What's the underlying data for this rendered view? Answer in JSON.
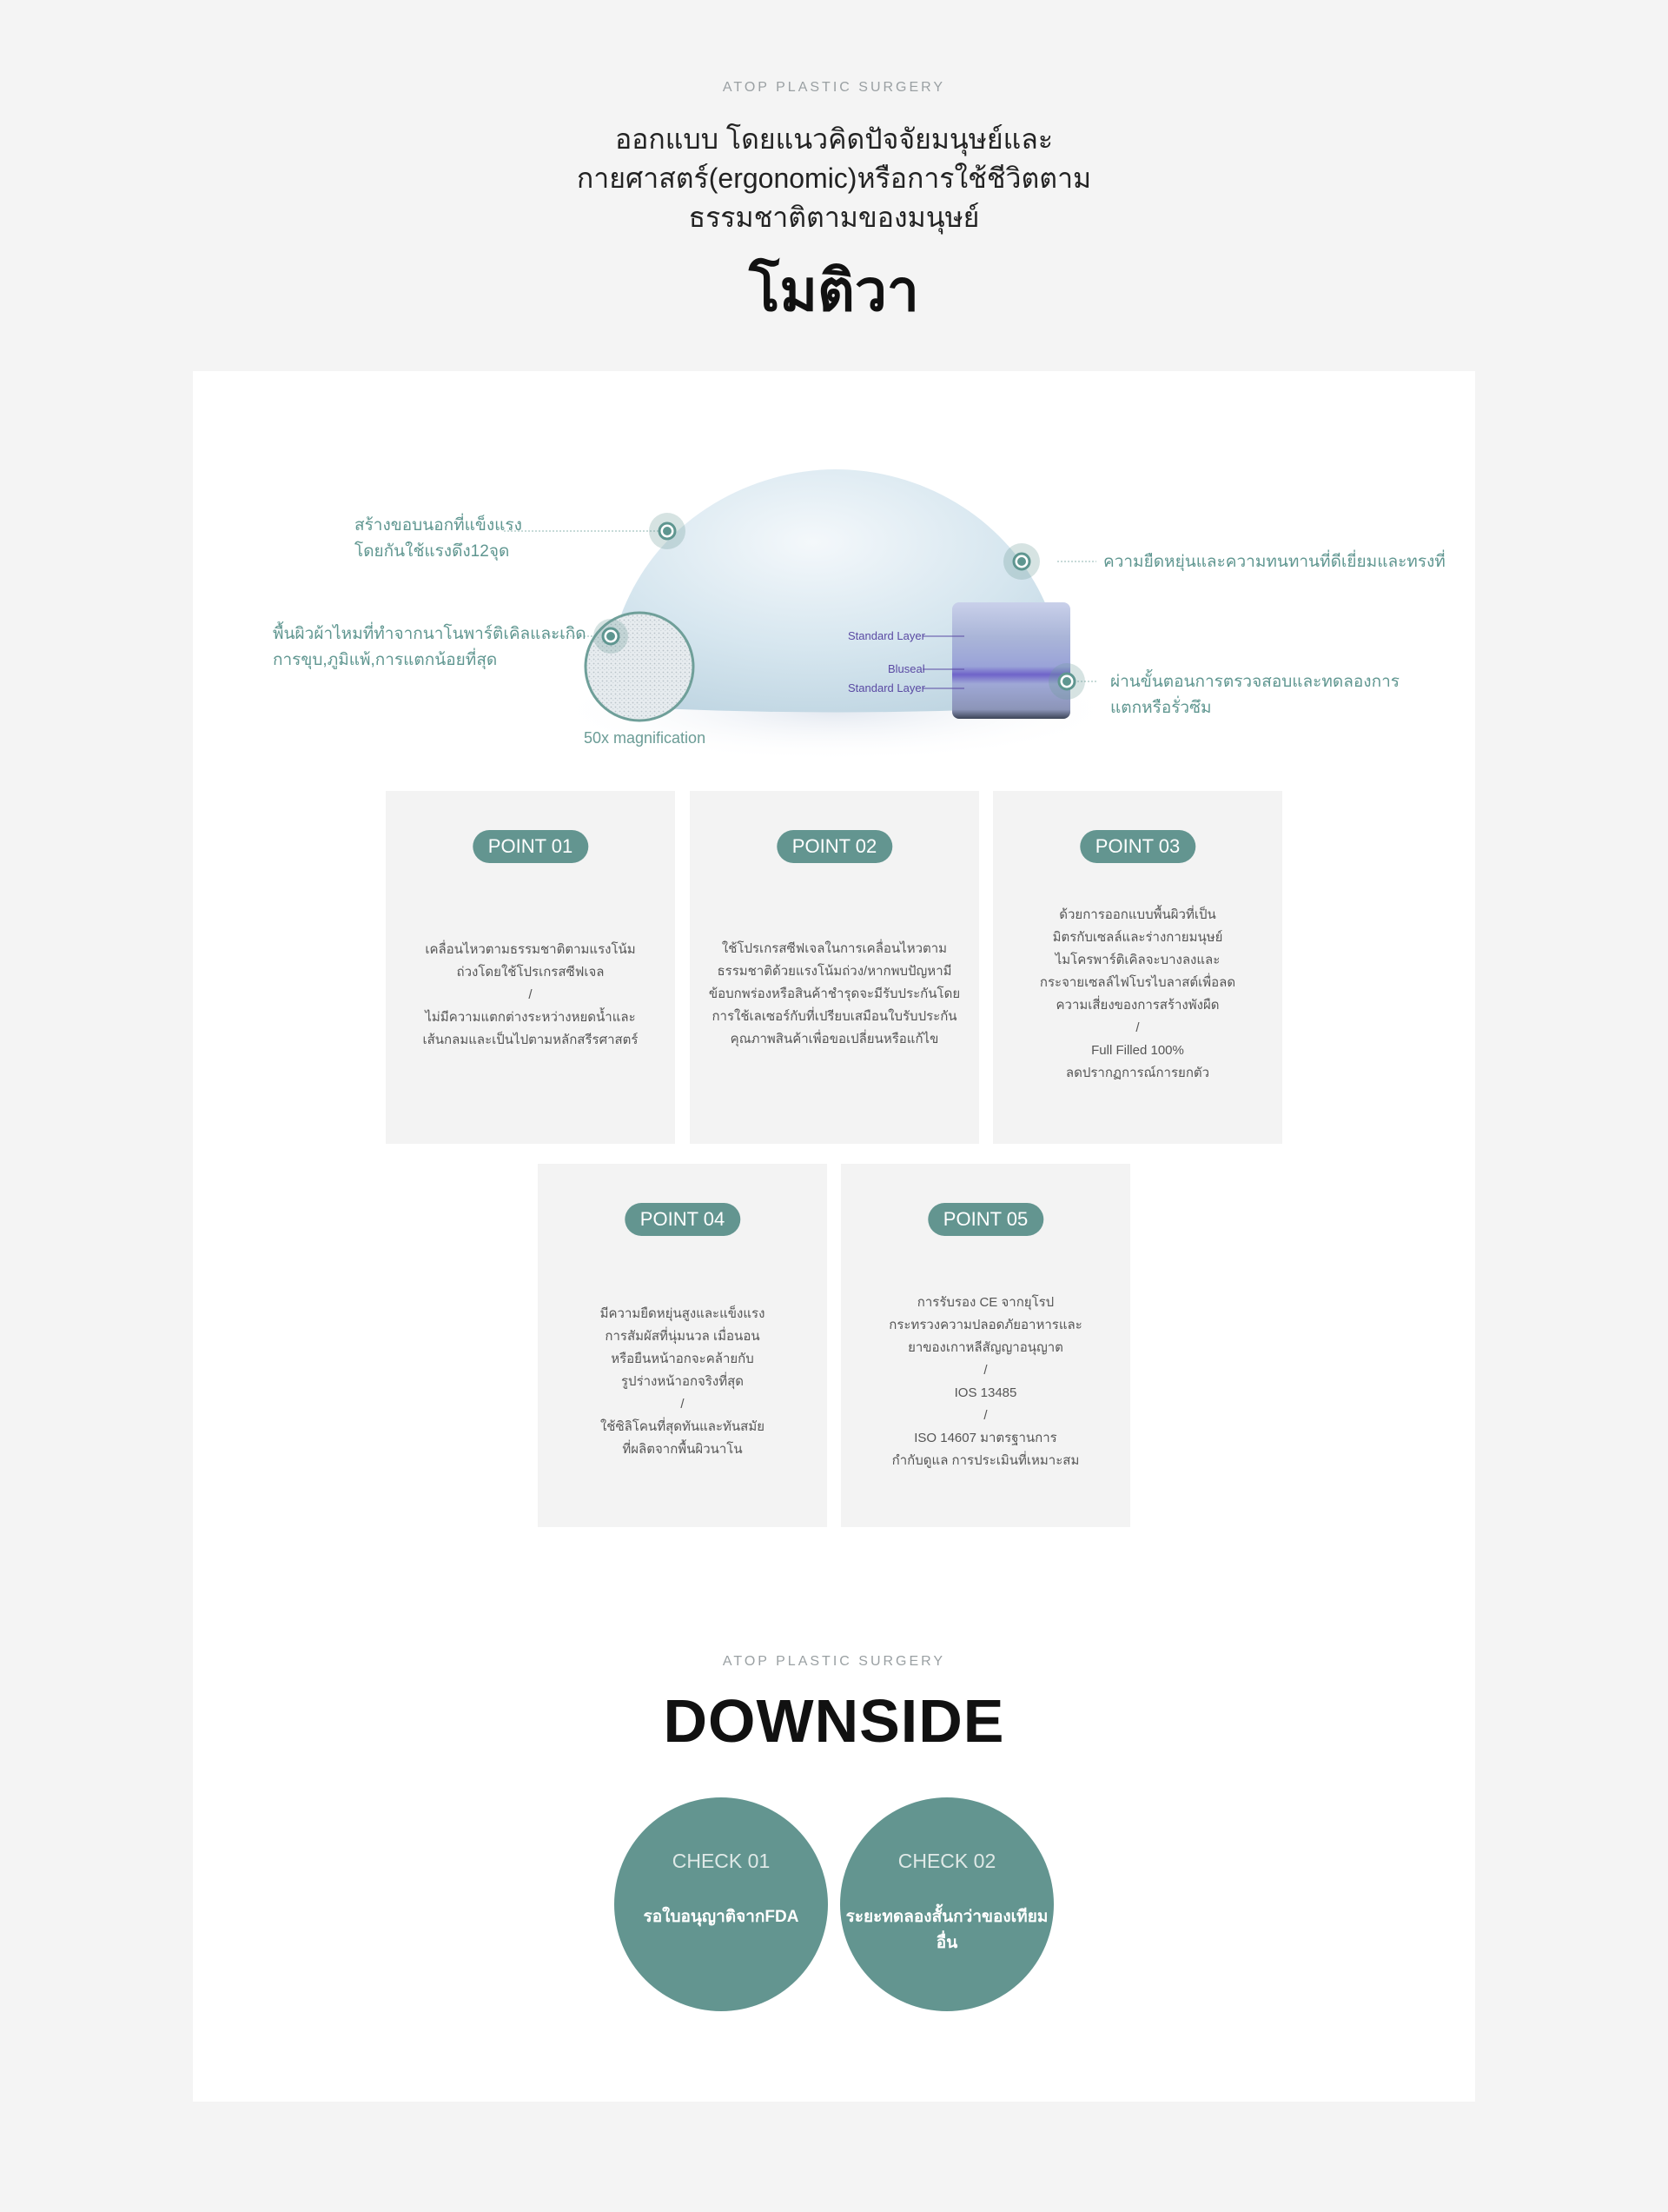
{
  "header": {
    "eyebrow": "ATOP PLASTIC SURGERY",
    "description_lines": [
      "ออกแบบ โดยแนวคิดปัจจัยมนุษย์และ",
      "กายศาสตร์(ergonomic)หรือการใช้ชีวิตตาม",
      "ธรรมชาติตามของมนุษย์"
    ],
    "title": "โมติวา"
  },
  "diagram": {
    "annotations": {
      "top_left": [
        "สร้างขอบนอกที่แข็งแรง",
        "โดยกันใช้แรงดึง12จุด"
      ],
      "mid_left": [
        "พื้นผิวผ้าไหมที่ทำจากนาโนพาร์ติเคิลและเกิด",
        "การขุบ,ภูมิแพ้,การแตกน้อยที่สุด"
      ],
      "top_right": [
        "ความยืดหยุ่นและความทนทานที่ดีเยี่ยมและทรงที่"
      ],
      "bottom_right": [
        "ผ่านขั้นตอนการตรวจสอบและทดลองการ",
        "แตกหรือรั่วซึม"
      ]
    },
    "layers": {
      "standard_top": "Standard Layer",
      "bluseal": "Bluseal",
      "standard_bottom": "Standard Layer"
    },
    "magnification": "50x magnification"
  },
  "points": [
    {
      "label": "POINT 01",
      "lines": [
        "เคลื่อนไหวตามธรรมชาติตามแรงโน้ม",
        "ถ่วงโดยใช้โปรเกรสซีฟเจล",
        "/",
        "ไม่มีความแตกต่างระหว่างหยดน้ำและ",
        "เส้นกลมและเป็นไปตามหลักสรีรศาสตร์"
      ]
    },
    {
      "label": "POINT 02",
      "lines": [
        "ใช้โปรเกรสซีฟเจลในการเคลื่อนไหวตาม",
        "ธรรมชาติด้วยแรงโน้มถ่วง/หากพบปัญหามี",
        "ข้อบกพร่องหรือสินค้าชำรุดจะมีรับประกันโดย",
        "การใช้เลเซอร์กับที่เปรียบเสมือนใบรับประกัน",
        "คุณภาพสินค้าเพื่อขอเปลี่ยนหรือแก้ไข"
      ]
    },
    {
      "label": "POINT 03",
      "lines": [
        "ด้วยการออกแบบพื้นผิวที่เป็น",
        "มิตรกับเซลล์และร่างกายมนุษย์",
        "ไมโครพาร์ติเคิลจะบางลงและ",
        "กระจายเซลล์ไฟโบรไบลาสต์เพื่อลด",
        "ความเสี่ยงของการสร้างพังผืด",
        "/",
        "Full Filled 100%",
        "ลดปรากฏการณ์การยกตัว"
      ]
    },
    {
      "label": "POINT 04",
      "lines": [
        "มีความยืดหยุ่นสูงและแข็งแรง",
        "การสัมผัสที่นุ่มนวล เมื่อนอน",
        "หรือยืนหน้าอกจะคล้ายกับ",
        "รูปร่างหน้าอกจริงที่สุด",
        "/",
        "ใช้ซิลิโคนที่สุดทันและทันสมัย",
        "ที่ผลิตจากพื้นผิวนาโน"
      ]
    },
    {
      "label": "POINT 05",
      "lines": [
        "การรับรอง CE จากยุโรป",
        "กระทรวงความปลอดภัยอาหารและ",
        "ยาของเกาหลีสัญญาอนุญาต",
        "/",
        "IOS 13485",
        "/",
        "ISO 14607 มาตรฐานการ",
        "กำกับดูแล การประเมินที่เหมาะสม"
      ]
    }
  ],
  "downside": {
    "eyebrow": "ATOP PLASTIC SURGERY",
    "title": "DOWNSIDE",
    "checks": [
      {
        "label": "CHECK 01",
        "desc": "รอใบอนุญาติจากFDA"
      },
      {
        "label": "CHECK 02",
        "desc": "ระยะทดลองสั้นกว่าของเทียมอื่น"
      }
    ]
  },
  "colors": {
    "accent": "#639590",
    "annotation": "#5f9690",
    "layer_text": "#5a4aa3",
    "background": "#f4f4f4",
    "card": "#f3f3f3"
  }
}
